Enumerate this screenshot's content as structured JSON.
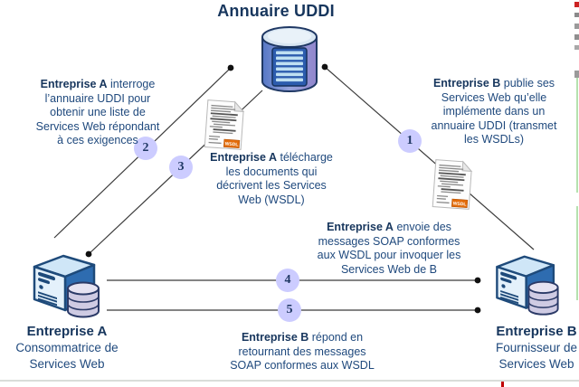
{
  "title": "Annuaire UDDI",
  "steps": [
    "1",
    "2",
    "3",
    "4",
    "5"
  ],
  "wsdl_tag": "WSDL",
  "notes": {
    "query": {
      "bold": "Entreprise A",
      "rest": " interroge",
      "lines": [
        "l’annuaire UDDI pour",
        "obtenir une liste de",
        "Services Web répondant",
        "à ces exigences"
      ]
    },
    "download": {
      "bold": "Entreprise A",
      "rest": " télécharge",
      "lines": [
        "les documents qui",
        "décrivent les Services",
        "Web (WSDL)"
      ]
    },
    "publish": {
      "bold": "Entreprise B",
      "rest": " publie ses",
      "lines": [
        "Services Web qu’elle",
        "implémente dans un",
        "annuaire UDDI (transmet",
        "les WSDLs)"
      ]
    },
    "invoke": {
      "bold": "Entreprise A",
      "rest": " envoie des",
      "lines": [
        "messages SOAP conformes",
        "aux WSDL pour invoquer les",
        "Services Web de B"
      ]
    },
    "respond": {
      "bold": "Entreprise B",
      "rest": " répond en",
      "lines": [
        "retournant des messages",
        "SOAP conformes aux WSDL"
      ]
    }
  },
  "entities": {
    "a": {
      "name": "Entreprise A",
      "role1": "Consommatrice de",
      "role2": "Services Web"
    },
    "b": {
      "name": "Entreprise B",
      "role1": "Fournisseur de",
      "role2": "Services Web"
    }
  },
  "colors": {
    "heading": "#17365d",
    "body_text": "#1f497d",
    "badge_fill": "#ccccff",
    "wsdl_tag_orange": "#e36c0a",
    "connector": "#3b3b3b",
    "edge_green": "#b5e2ae"
  }
}
